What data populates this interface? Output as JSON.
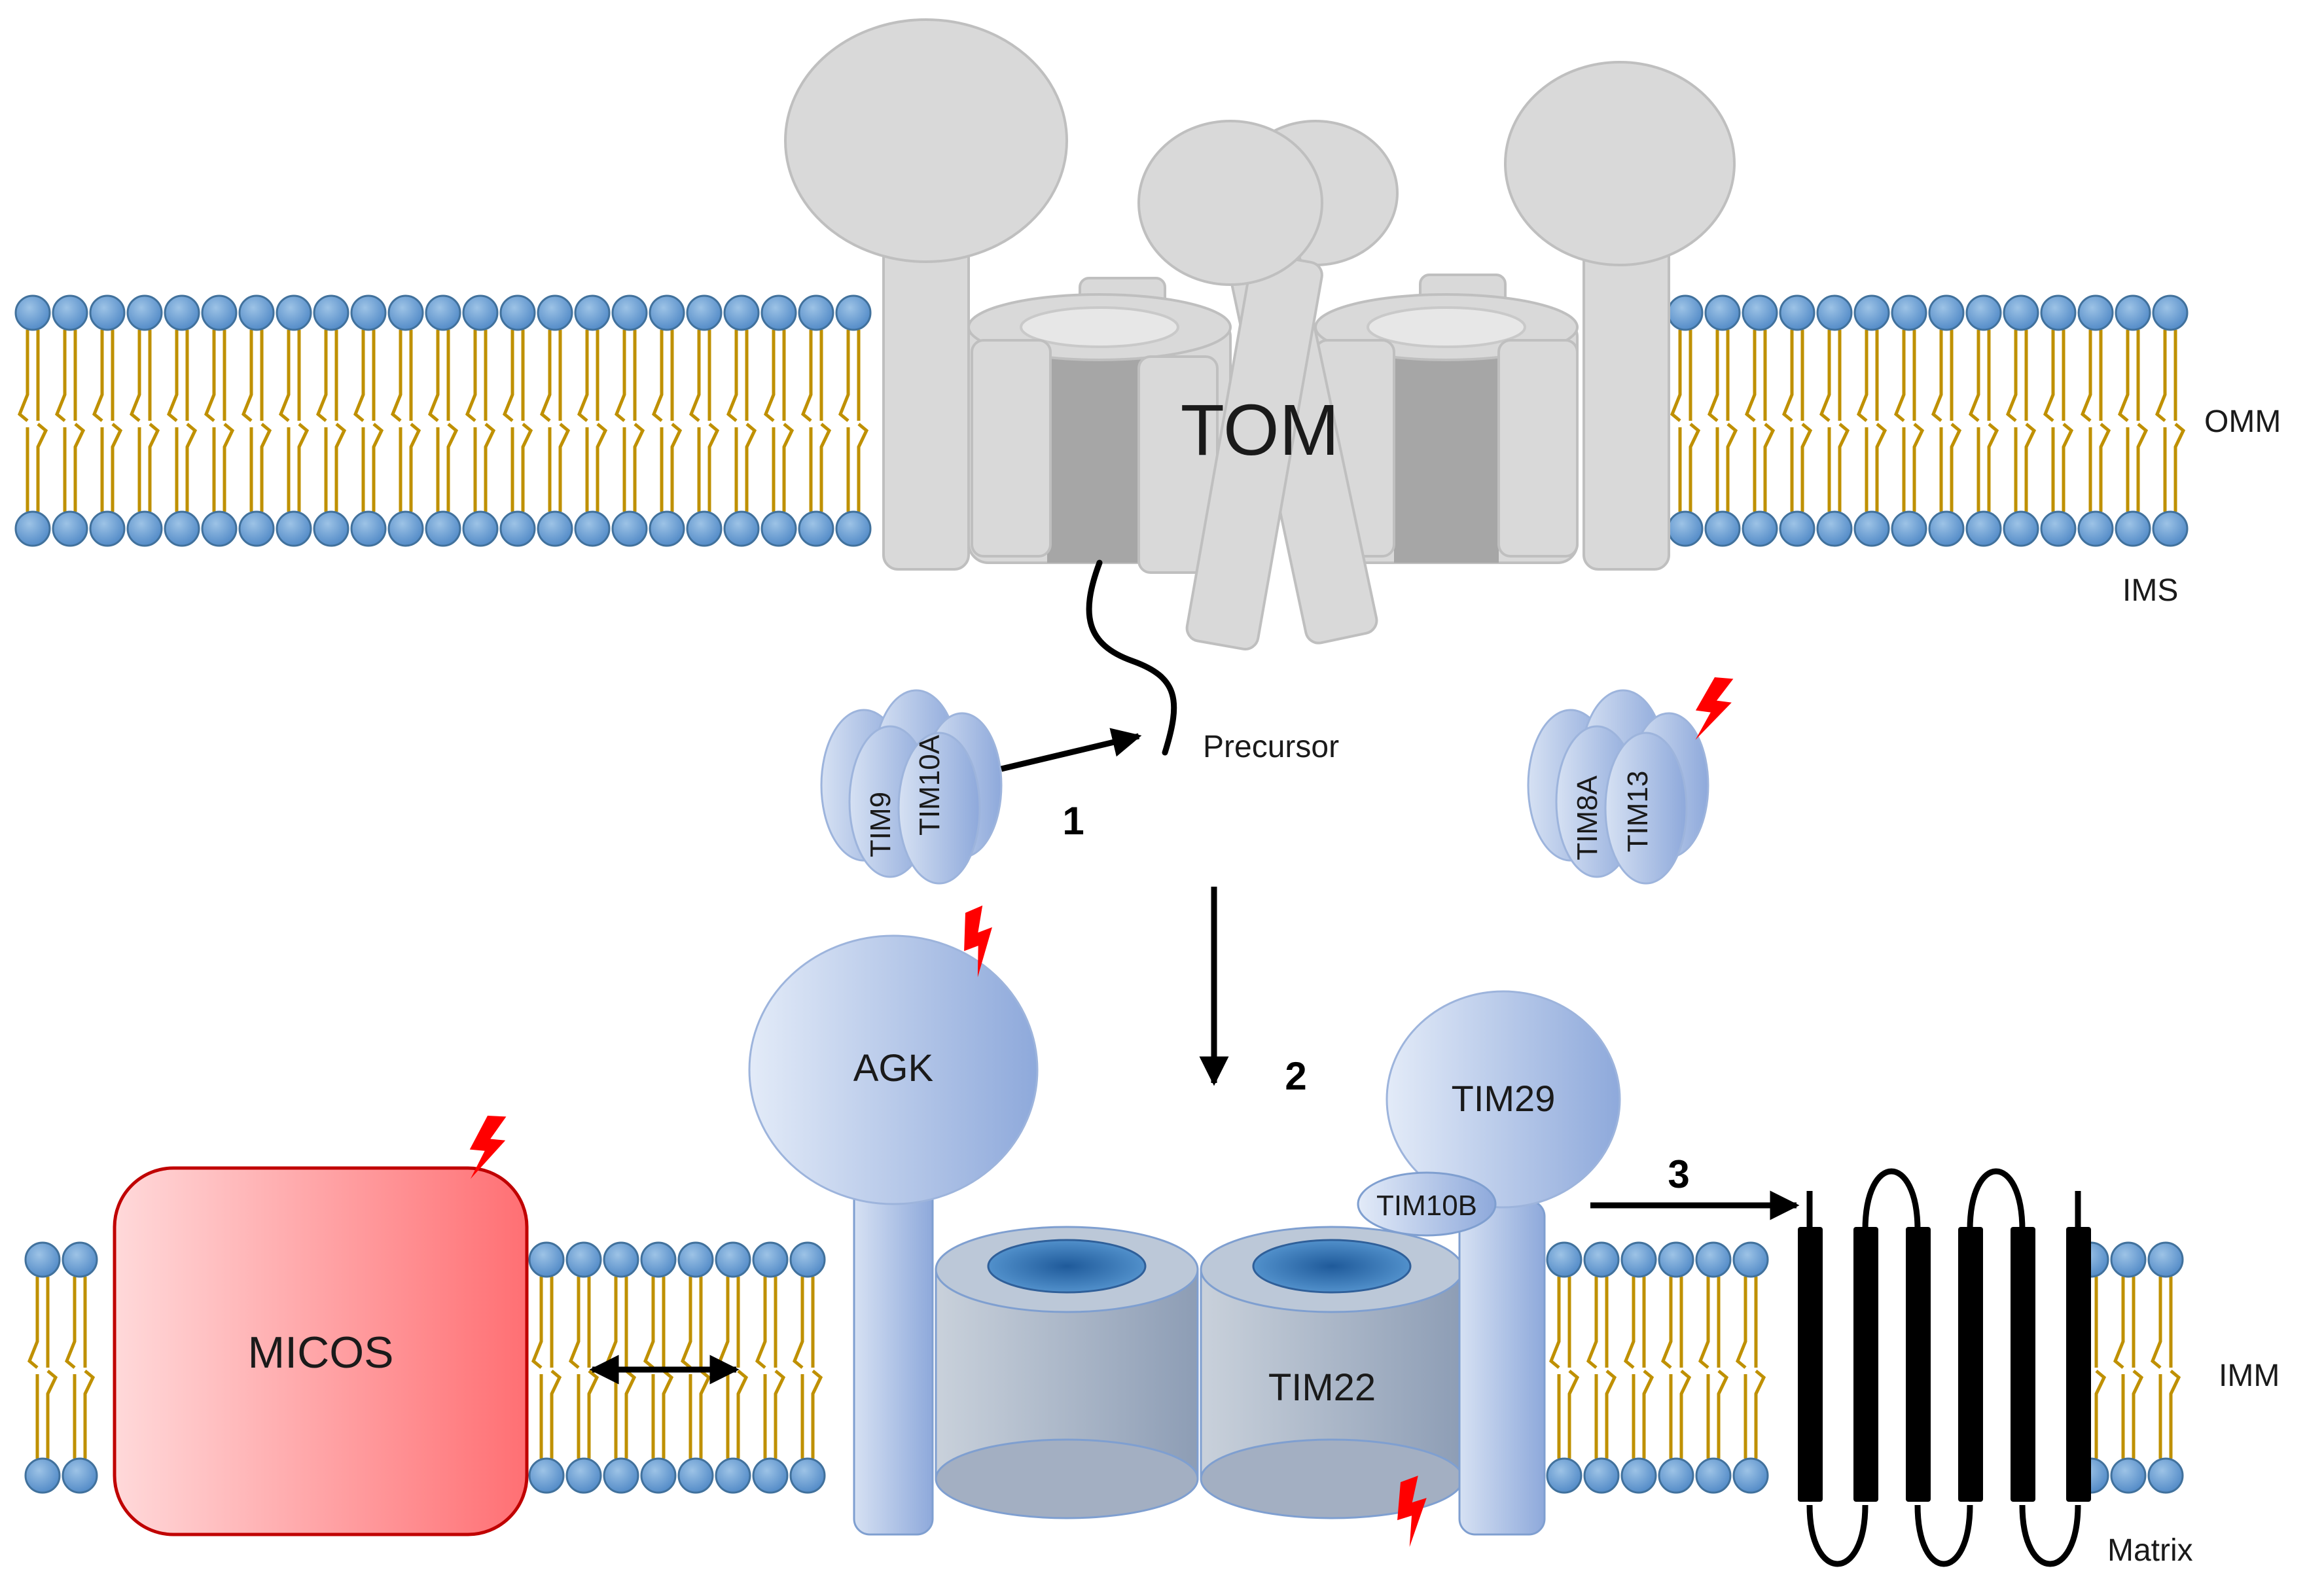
{
  "labels": {
    "tom": "TOM",
    "omm": "OMM",
    "ims": "IMS",
    "imm": "IMM",
    "matrix": "Matrix",
    "precursor": "Precursor",
    "tim9": "TIM9",
    "tim10a": "TIM10A",
    "tim8a": "TIM8A",
    "tim13": "TIM13",
    "agk": "AGK",
    "tim29": "TIM29",
    "tim10b": "TIM10B",
    "tim22": "TIM22",
    "micos": "MICOS"
  },
  "steps": {
    "one": "1",
    "two": "2",
    "three": "3"
  },
  "colors": {
    "headgroup": "#5B9BD5",
    "tail": "#BF9000",
    "tom_grey": "#D9D9D9",
    "pore_grey": "#A6A6A6",
    "protein_blue": "#8FAADC",
    "micos_red": "#FF7C80",
    "lightning": "#FF0000",
    "arrow": "#000000"
  }
}
